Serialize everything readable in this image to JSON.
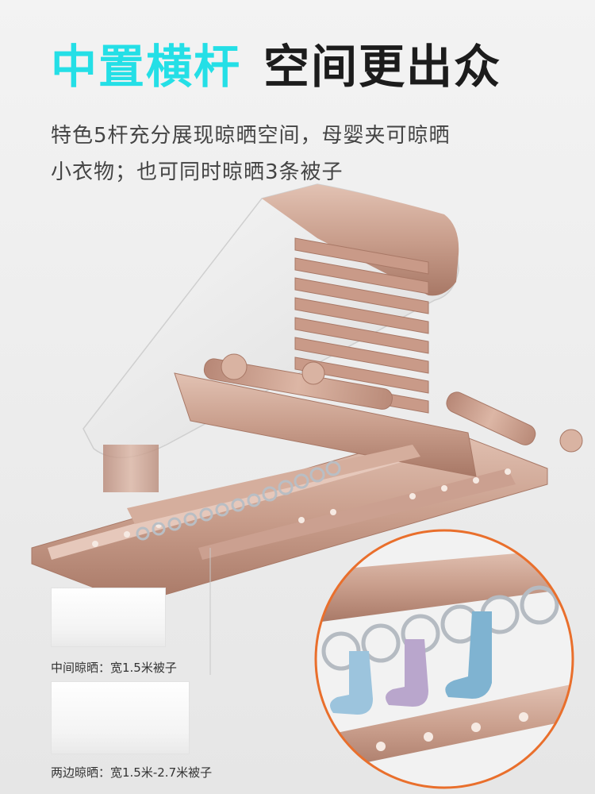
{
  "headline": {
    "accent": "中置横杆",
    "dark": "空间更出众",
    "accent_color": "#24dfe6"
  },
  "subtitle": {
    "line1": "特色5杆充分展现晾晒空间，母婴夹可晾晒",
    "line2": "小衣物；也可同时晾晒3条被子"
  },
  "product": {
    "icon": "drying-rack-illustration",
    "color": "#c9a090"
  },
  "detail": {
    "icon": "clip-hanger-closeup",
    "ring_color": "#e96f2c",
    "sock_colors": [
      "#9cc4dd",
      "#b9a6cc",
      "#7fb3d1"
    ]
  },
  "captions": {
    "middle": "中间晾晒：宽1.5米被子",
    "sides": "两边晾晒：宽1.5米-2.7米被子"
  }
}
